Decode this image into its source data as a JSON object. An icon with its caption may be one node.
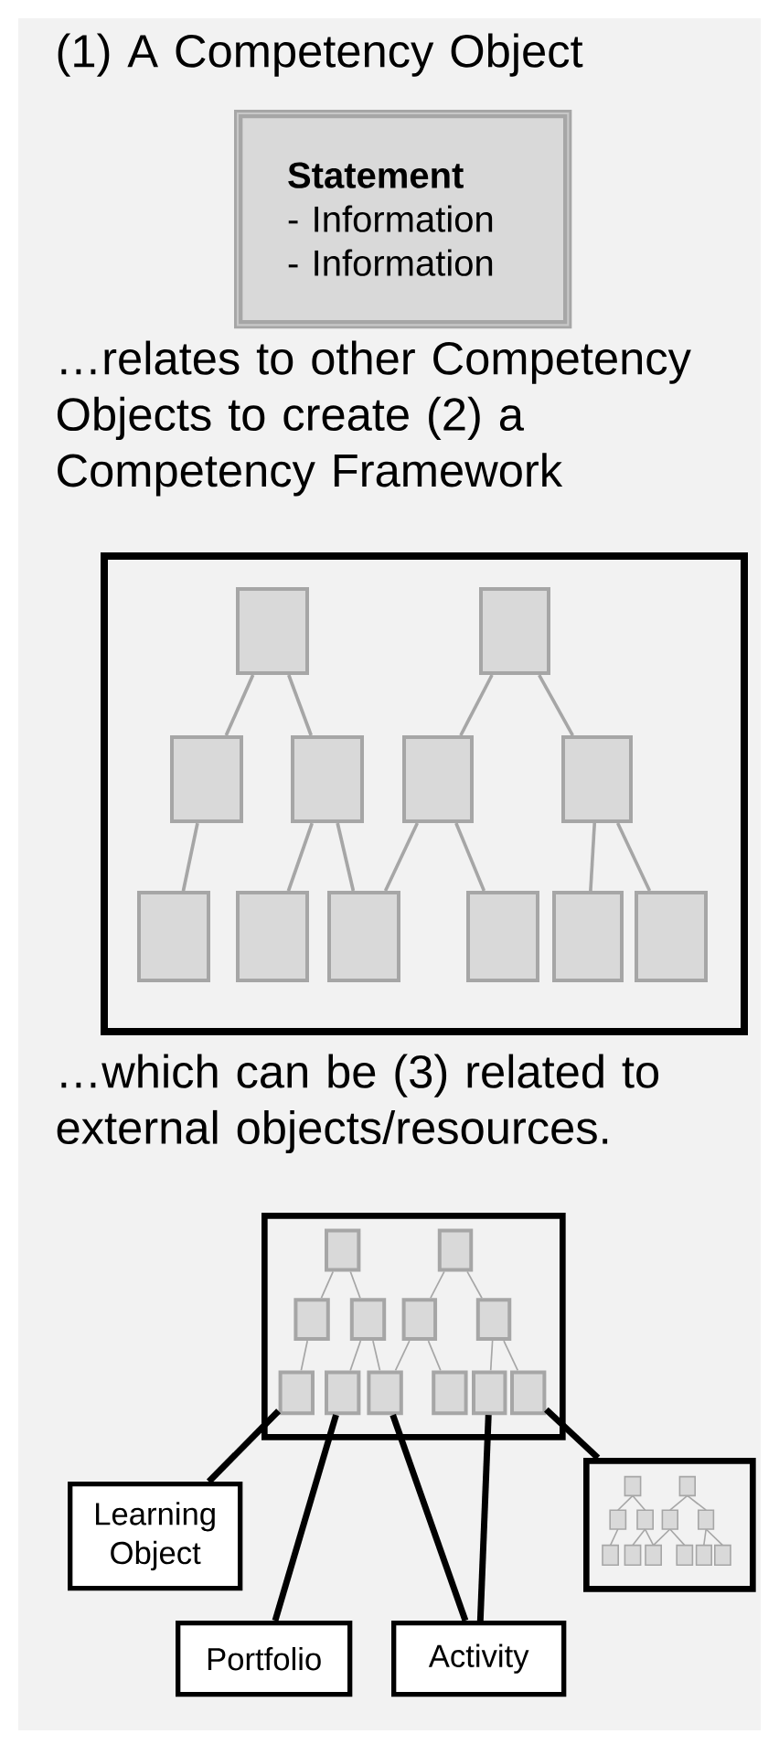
{
  "diagram": {
    "nodes": [
      {
        "text": [
          "Statement",
          "- Information",
          "- Information"
        ]
      },
      {
        "text": [],
        "shape": "box"
      },
      {
        "text": [],
        "shape": "box",
        "in": 1
      },
      {
        "text": [],
        "shape": "box",
        "in": 1
      },
      {
        "text": [],
        "shape": "box",
        "in": 1
      },
      {
        "text": [],
        "shape": "box",
        "in": 1
      },
      {
        "text": [],
        "shape": "box",
        "in": 1
      },
      {
        "text": [],
        "shape": "box",
        "in": 1
      },
      {
        "text": [],
        "shape": "box",
        "in": 1
      },
      {
        "text": [],
        "shape": "box",
        "in": 1
      },
      {
        "text": [],
        "shape": "box",
        "in": 1
      },
      {
        "text": [],
        "shape": "box",
        "in": 1
      },
      {
        "text": [],
        "shape": "box",
        "in": 1
      },
      {
        "text": [],
        "shape": "box",
        "in": 1
      },
      {
        "text": [],
        "shape": "box"
      },
      {
        "text": [],
        "shape": "box",
        "in": 14
      },
      {
        "text": [],
        "shape": "box",
        "in": 14
      },
      {
        "text": [],
        "shape": "box",
        "in": 14
      },
      {
        "text": [],
        "shape": "box",
        "in": 14
      },
      {
        "text": [],
        "shape": "box",
        "in": 14
      },
      {
        "text": [],
        "shape": "box",
        "in": 14
      },
      {
        "text": [],
        "shape": "box",
        "in": 14
      },
      {
        "text": [],
        "shape": "box",
        "in": 14
      },
      {
        "text": [],
        "shape": "box",
        "in": 14
      },
      {
        "text": [],
        "shape": "box",
        "in": 14
      },
      {
        "text": [],
        "shape": "box",
        "in": 14
      },
      {
        "text": [],
        "shape": "box",
        "in": 14
      },
      {
        "text": [
          "Learning Object"
        ]
      },
      {
        "text": [
          "Portfolio"
        ]
      },
      {
        "text": [
          "Activity"
        ]
      },
      {
        "text": [],
        "shape": "picture"
      }
    ],
    "edges": [
      {
        "from": 2,
        "to": 4,
        "arrow": "none"
      },
      {
        "from": 2,
        "to": 5,
        "arrow": "none"
      },
      {
        "from": 3,
        "to": 6,
        "arrow": "none"
      },
      {
        "from": 3,
        "to": 7,
        "arrow": "none"
      },
      {
        "from": 4,
        "to": 8,
        "arrow": "none"
      },
      {
        "from": 5,
        "to": 9,
        "arrow": "none"
      },
      {
        "from": 5,
        "to": 10,
        "arrow": "none"
      },
      {
        "from": 6,
        "to": 10,
        "arrow": "none"
      },
      {
        "from": 6,
        "to": 11,
        "arrow": "none"
      },
      {
        "from": 7,
        "to": 12,
        "arrow": "none"
      },
      {
        "from": 7,
        "to": 13,
        "arrow": "none"
      },
      {
        "from": 15,
        "to": 17,
        "arrow": "none"
      },
      {
        "from": 15,
        "to": 18,
        "arrow": "none"
      },
      {
        "from": 16,
        "to": 19,
        "arrow": "none"
      },
      {
        "from": 16,
        "to": 20,
        "arrow": "none"
      },
      {
        "from": 17,
        "to": 21,
        "arrow": "none"
      },
      {
        "from": 18,
        "to": 22,
        "arrow": "none"
      },
      {
        "from": 18,
        "to": 23,
        "arrow": "none"
      },
      {
        "from": 19,
        "to": 23,
        "arrow": "none"
      },
      {
        "from": 19,
        "to": 24,
        "arrow": "none"
      },
      {
        "from": 20,
        "to": 25,
        "arrow": "none"
      },
      {
        "from": 20,
        "to": 26,
        "arrow": "none"
      },
      {
        "from": 27,
        "to": 21,
        "arrow": "none",
        "style": "thick",
        "color": "#000000"
      },
      {
        "from": 28,
        "to": 22,
        "arrow": "none",
        "style": "thick",
        "color": "#000000"
      },
      {
        "from": 29,
        "to": 23,
        "arrow": "none",
        "style": "thick",
        "color": "#000000"
      },
      {
        "from": 29,
        "to": 25,
        "arrow": "none",
        "style": "thick",
        "color": "#000000"
      },
      {
        "from": 30,
        "to": 26,
        "arrow": "none",
        "style": "thick",
        "color": "#000000"
      }
    ],
    "labels": [
      "(1) A Competency Object",
      "…relates to other Competency Objects to create (2) a Competency Framework",
      "…which can be (3) related to external objects/resources."
    ]
  }
}
